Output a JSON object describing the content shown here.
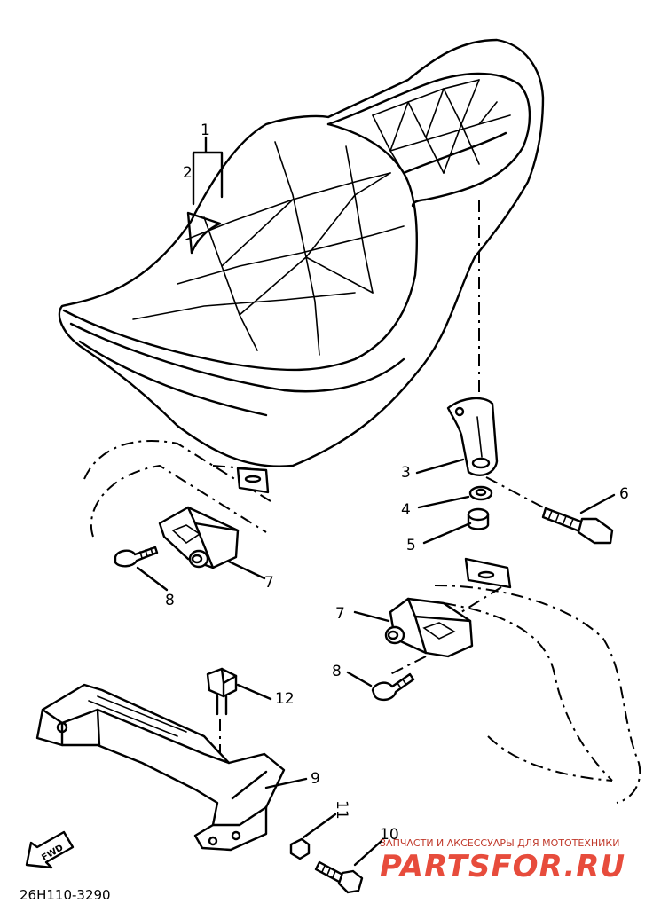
{
  "diagram": {
    "callouts": [
      {
        "id": "1",
        "label": "1"
      },
      {
        "id": "2",
        "label": "2"
      },
      {
        "id": "3",
        "label": "3"
      },
      {
        "id": "4",
        "label": "4"
      },
      {
        "id": "5",
        "label": "5"
      },
      {
        "id": "6",
        "label": "6"
      },
      {
        "id": "7a",
        "label": "7"
      },
      {
        "id": "8a",
        "label": "8"
      },
      {
        "id": "7b",
        "label": "7"
      },
      {
        "id": "8b",
        "label": "8"
      },
      {
        "id": "12",
        "label": "12"
      },
      {
        "id": "9",
        "label": "9"
      },
      {
        "id": "11",
        "label": "11"
      },
      {
        "id": "10",
        "label": "10"
      }
    ],
    "fwd_label": "FWD",
    "drawing_code": "26H110-3290"
  },
  "watermark": {
    "tagline": "ЗАПЧАСТИ И АКСЕССУАРЫ ДЛЯ МОТОТЕХНИКИ",
    "brand": "PARTSFOR.RU"
  }
}
